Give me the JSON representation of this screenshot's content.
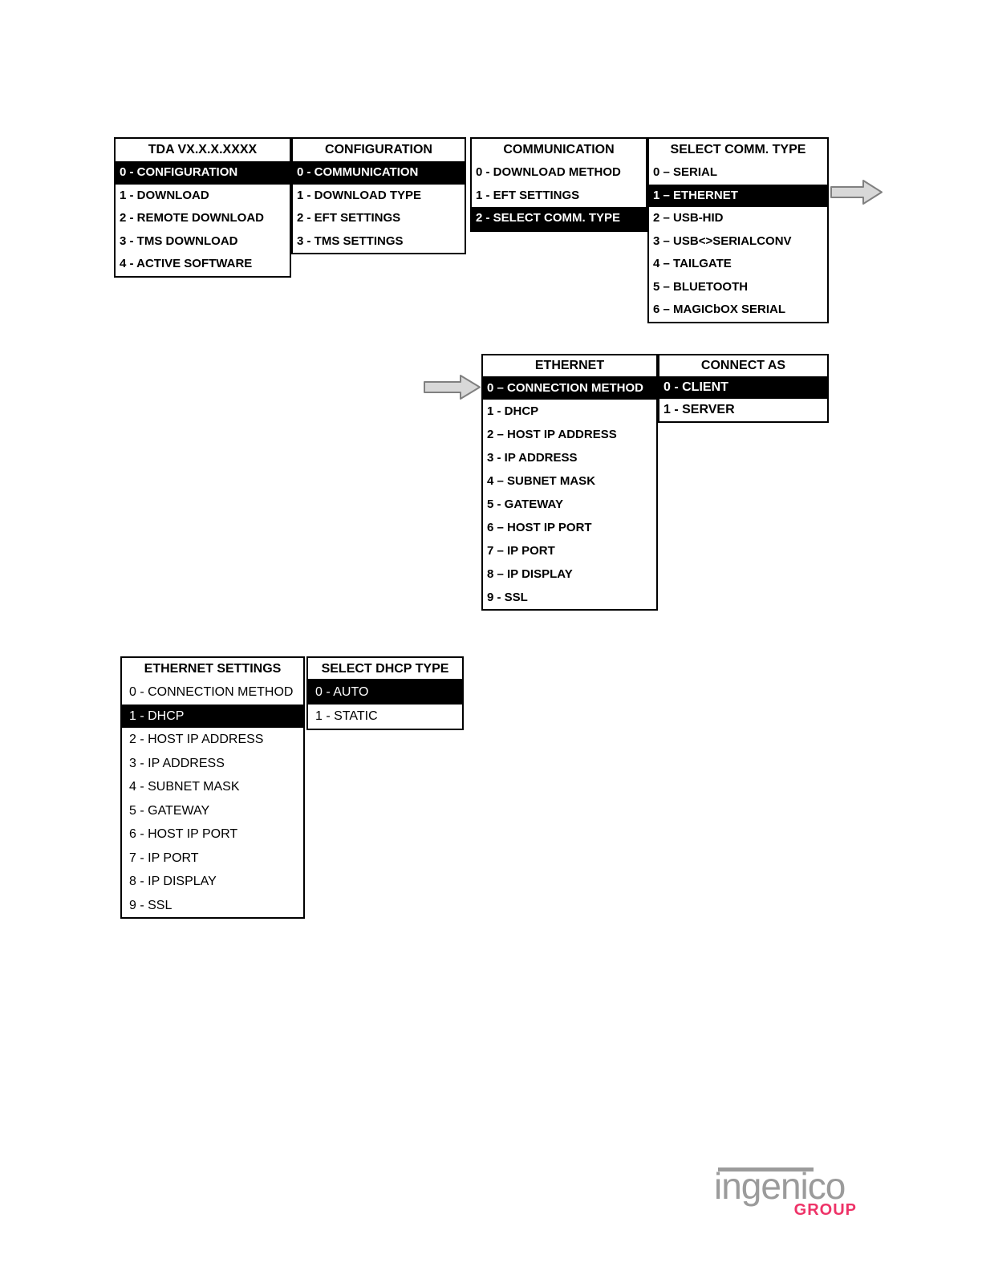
{
  "colors": {
    "highlight_bg": "#000000",
    "highlight_text": "#ffffff",
    "box_border": "#000000",
    "arrow_fill": "#d8d8d8",
    "arrow_stroke": "#808080",
    "logo_gray": "#9b9b9b",
    "logo_pink": "#ee3368"
  },
  "icons": {
    "flow_arrow_1": "arrow-right",
    "flow_arrow_2": "arrow-right"
  },
  "menus": {
    "tda": {
      "title": "TDA VX.X.X.XXXX",
      "items": [
        {
          "label": "0 - CONFIGURATION",
          "selected": true
        },
        {
          "label": "1 - DOWNLOAD",
          "selected": false
        },
        {
          "label": "2 - REMOTE DOWNLOAD",
          "selected": false
        },
        {
          "label": "3 - TMS DOWNLOAD",
          "selected": false
        },
        {
          "label": "4 - ACTIVE SOFTWARE",
          "selected": false
        }
      ]
    },
    "configuration": {
      "title": "CONFIGURATION",
      "items": [
        {
          "label": "0 - COMMUNICATION",
          "selected": true
        },
        {
          "label": "1 - DOWNLOAD TYPE",
          "selected": false
        },
        {
          "label": "2 - EFT SETTINGS",
          "selected": false
        },
        {
          "label": "3 - TMS SETTINGS",
          "selected": false
        }
      ]
    },
    "communication": {
      "title": "COMMUNICATION",
      "items": [
        {
          "label": "0 - DOWNLOAD METHOD",
          "selected": false
        },
        {
          "label": "1 - EFT SETTINGS",
          "selected": false
        },
        {
          "label": "2 - SELECT COMM. TYPE",
          "selected": true
        }
      ]
    },
    "select_comm_type": {
      "title": "SELECT COMM. TYPE",
      "items": [
        {
          "label": "0 – SERIAL",
          "selected": false
        },
        {
          "label": "1 – ETHERNET",
          "selected": true
        },
        {
          "label": "2 – USB-HID",
          "selected": false
        },
        {
          "label": "3 – USB<>SERIALCONV",
          "selected": false
        },
        {
          "label": "4 – TAILGATE",
          "selected": false
        },
        {
          "label": "5 – BLUETOOTH",
          "selected": false
        },
        {
          "label": "6 – MAGICbOX SERIAL",
          "selected": false
        }
      ]
    },
    "ethernet": {
      "title": "ETHERNET",
      "items": [
        {
          "label": "0 – CONNECTION METHOD",
          "selected": true
        },
        {
          "label": "1 - DHCP",
          "selected": false
        },
        {
          "label": "2 – HOST IP ADDRESS",
          "selected": false
        },
        {
          "label": "3 - IP ADDRESS",
          "selected": false
        },
        {
          "label": "4 – SUBNET MASK",
          "selected": false
        },
        {
          "label": "5 - GATEWAY",
          "selected": false
        },
        {
          "label": "6 – HOST IP PORT",
          "selected": false
        },
        {
          "label": "7 – IP PORT",
          "selected": false
        },
        {
          "label": "8 – IP DISPLAY",
          "selected": false
        },
        {
          "label": "9 - SSL",
          "selected": false
        }
      ]
    },
    "connect_as": {
      "title": "CONNECT AS",
      "items": [
        {
          "label": "0 - CLIENT",
          "selected": true
        },
        {
          "label": "1 - SERVER",
          "selected": false
        }
      ]
    },
    "ethernet_settings": {
      "title": "ETHERNET SETTINGS",
      "items": [
        {
          "label": "0 - CONNECTION METHOD",
          "selected": false
        },
        {
          "label": "1 - DHCP",
          "selected": true
        },
        {
          "label": "2 - HOST IP ADDRESS",
          "selected": false
        },
        {
          "label": "3 - IP ADDRESS",
          "selected": false
        },
        {
          "label": "4 - SUBNET MASK",
          "selected": false
        },
        {
          "label": "5 - GATEWAY",
          "selected": false
        },
        {
          "label": "6 - HOST IP PORT",
          "selected": false
        },
        {
          "label": "7 - IP PORT",
          "selected": false
        },
        {
          "label": "8 - IP DISPLAY",
          "selected": false
        },
        {
          "label": "9 - SSL",
          "selected": false
        }
      ]
    },
    "select_dhcp_type": {
      "title": "SELECT DHCP TYPE",
      "items": [
        {
          "label": "0 - AUTO",
          "selected": true
        },
        {
          "label": "1 - STATIC",
          "selected": false
        }
      ]
    }
  },
  "logo": {
    "brand": "ingenico",
    "group": "GROUP"
  }
}
